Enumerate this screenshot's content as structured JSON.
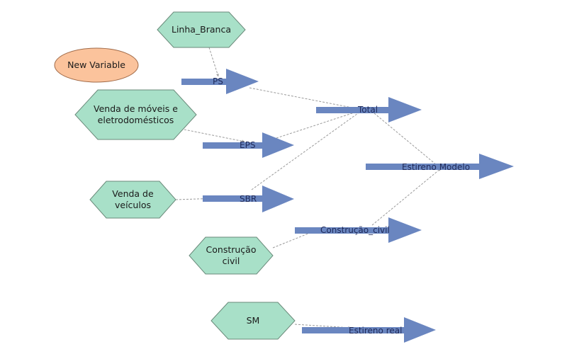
{
  "colors": {
    "hexagon_fill": "#a8e0c8",
    "hexagon_stroke": "#6a8a7a",
    "ellipse_fill": "#fbc39c",
    "ellipse_stroke": "#a06a48",
    "arrow": "#6a86c0",
    "connector": "#9a9a9a",
    "label": "#1f2a5a"
  },
  "nodes": {
    "new_variable": {
      "type": "ellipse",
      "label": "New Variable"
    },
    "linha_branca": {
      "type": "hexagon",
      "label": "Linha_Branca"
    },
    "venda_moveis": {
      "type": "hexagon",
      "line1": "Venda de móveis e",
      "line2": "eletrodomésticos"
    },
    "venda_veiculos": {
      "type": "hexagon",
      "line1": "Venda de",
      "line2": "veículos"
    },
    "construcao_civil_node": {
      "type": "hexagon",
      "line1": "Construção",
      "line2": "civil"
    },
    "sm": {
      "type": "hexagon",
      "label": "SM"
    },
    "ps": {
      "type": "flow",
      "label": "PS"
    },
    "total": {
      "type": "flow",
      "label": "Total"
    },
    "eps": {
      "type": "flow",
      "label": "EPS"
    },
    "estireno_modelo": {
      "type": "flow",
      "label": "Estireno Modelo"
    },
    "sbr": {
      "type": "flow",
      "label": "SBR"
    },
    "construcao_civil_flow": {
      "type": "flow",
      "label": "Construção_civil"
    },
    "estireno_real": {
      "type": "flow",
      "label": "Estireno real"
    }
  },
  "connectors": [
    {
      "from": "linha_branca",
      "to": "ps"
    },
    {
      "from": "venda_moveis",
      "to": "eps"
    },
    {
      "from": "venda_veiculos",
      "to": "sbr"
    },
    {
      "from": "construcao_civil_node",
      "to": "construcao_civil_flow"
    },
    {
      "from": "sm",
      "to": "estireno_real"
    },
    {
      "from": "ps",
      "to": "total"
    },
    {
      "from": "eps",
      "to": "total"
    },
    {
      "from": "sbr",
      "to": "total"
    },
    {
      "from": "total",
      "to": "estireno_modelo"
    },
    {
      "from": "construcao_civil_flow",
      "to": "estireno_modelo"
    }
  ]
}
